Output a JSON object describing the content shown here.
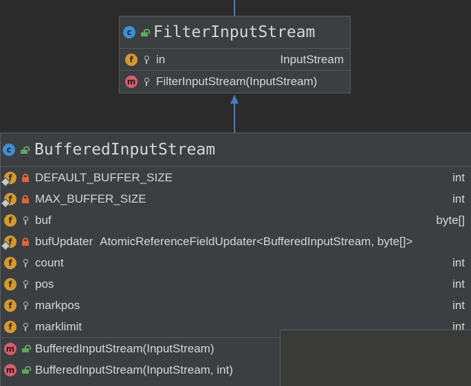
{
  "diagram": {
    "parent_class": {
      "name": "FilterInputStream",
      "kind_badge": "c",
      "fields": [
        {
          "badge": "f",
          "visibility": "package",
          "name": "in",
          "type": "InputStream"
        }
      ],
      "methods": [
        {
          "badge": "m",
          "visibility": "package",
          "signature": "FilterInputStream(InputStream)"
        }
      ]
    },
    "child_class": {
      "name": "BufferedInputStream",
      "kind_badge": "c",
      "fields": [
        {
          "badge": "f",
          "static": true,
          "visibility": "private",
          "name": "DEFAULT_BUFFER_SIZE",
          "type": "int"
        },
        {
          "badge": "f",
          "static": true,
          "visibility": "private",
          "name": "MAX_BUFFER_SIZE",
          "type": "int"
        },
        {
          "badge": "f",
          "static": false,
          "visibility": "package",
          "name": "buf",
          "type": "byte[]"
        },
        {
          "badge": "f",
          "static": true,
          "visibility": "private",
          "name": "bufUpdater",
          "type": "AtomicReferenceFieldUpdater<BufferedInputStream, byte[]>"
        },
        {
          "badge": "f",
          "static": false,
          "visibility": "package",
          "name": "count",
          "type": "int"
        },
        {
          "badge": "f",
          "static": false,
          "visibility": "package",
          "name": "pos",
          "type": "int"
        },
        {
          "badge": "f",
          "static": false,
          "visibility": "package",
          "name": "markpos",
          "type": "int"
        },
        {
          "badge": "f",
          "static": false,
          "visibility": "package",
          "name": "marklimit",
          "type": "int"
        }
      ],
      "methods": [
        {
          "badge": "m",
          "visibility": "public",
          "signature": "BufferedInputStream(InputStream)"
        },
        {
          "badge": "m",
          "visibility": "public",
          "signature": "BufferedInputStream(InputStream, int)"
        }
      ]
    },
    "relationship": "extends",
    "colors": {
      "background": "#2b2b2b",
      "box": "#3c3f41",
      "connector": "#4a7cc2",
      "class_badge": "#3f8fd2",
      "field_badge": "#d49a30",
      "method_badge": "#d1606d",
      "public_icon": "#5fa85f",
      "private_icon": "#e0643a"
    },
    "icons": {
      "class": "class-icon",
      "field": "field-icon",
      "method": "method-icon",
      "public": "unlock-icon",
      "private": "lock-icon",
      "package": "package-private-icon",
      "static": "static-marker-icon"
    }
  }
}
